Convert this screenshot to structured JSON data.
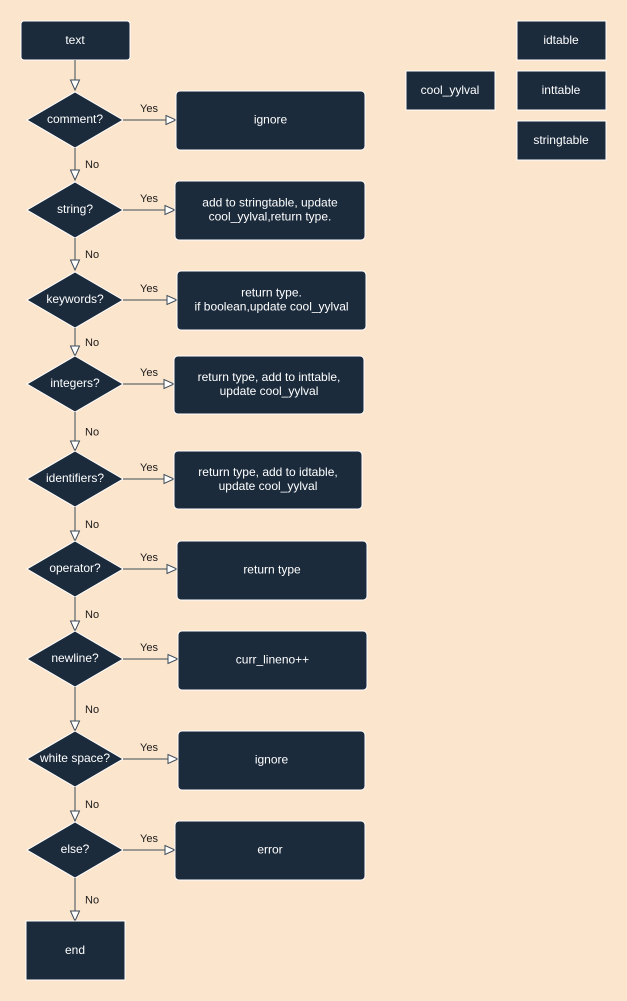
{
  "colors": {
    "background": "#fce5cd",
    "node_fill": "#1b2b3c",
    "node_text": "#ffffff",
    "edge": "#3d4a57"
  },
  "start": {
    "label": "text"
  },
  "legend": {
    "idtable": "idtable",
    "cool_yylval": "cool_yylval",
    "inttable": "inttable",
    "stringtable": "stringtable"
  },
  "edge_labels": {
    "yes": "Yes",
    "no": "No"
  },
  "decisions": [
    {
      "id": "comment",
      "question": "comment?",
      "action": [
        "ignore"
      ]
    },
    {
      "id": "string",
      "question": "string?",
      "action": [
        "add to stringtable, update",
        "cool_yylval,return type."
      ]
    },
    {
      "id": "keywords",
      "question": "keywords?",
      "action": [
        "return type.",
        "if boolean,update cool_yylval"
      ]
    },
    {
      "id": "integers",
      "question": "integers?",
      "action": [
        "return type, add to inttable,",
        "update cool_yylval"
      ]
    },
    {
      "id": "identifiers",
      "question": "identifiers?",
      "action": [
        "return type, add to idtable,",
        "update cool_yylval"
      ]
    },
    {
      "id": "operator",
      "question": "operator?",
      "action": [
        "return type"
      ]
    },
    {
      "id": "newline",
      "question": "newline?",
      "action": [
        "curr_lineno++"
      ]
    },
    {
      "id": "white-space",
      "question": "white space?",
      "action": [
        "ignore"
      ]
    },
    {
      "id": "else",
      "question": "else?",
      "action": [
        "error"
      ]
    }
  ],
  "end": {
    "label": "end"
  }
}
